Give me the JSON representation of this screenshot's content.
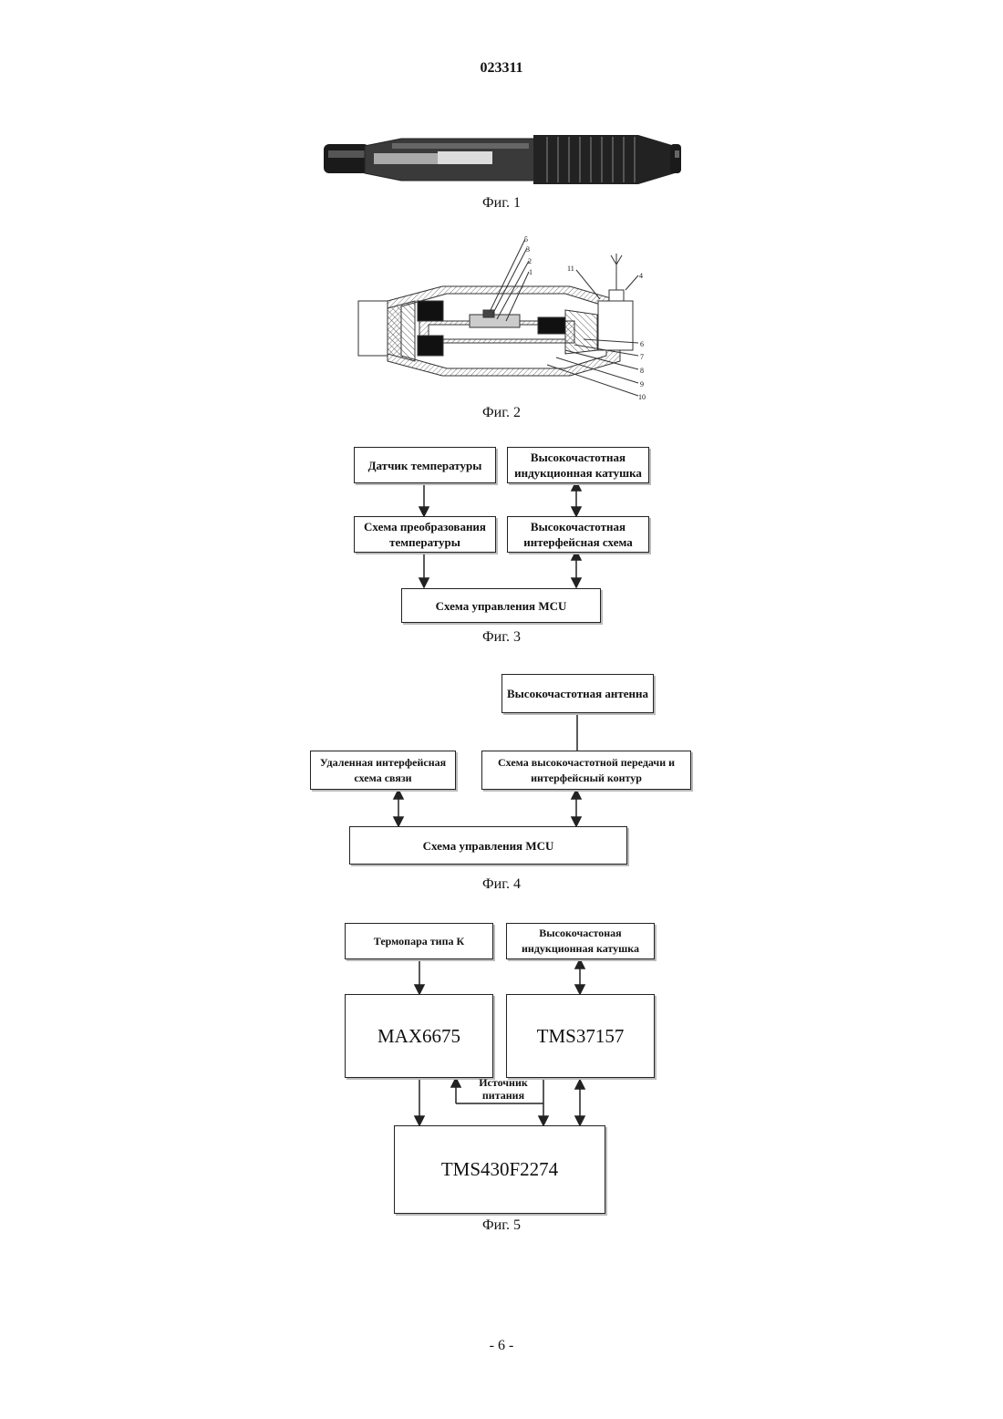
{
  "header": {
    "doc_number": "023311"
  },
  "fig1": {
    "caption": "Фиг. 1"
  },
  "fig2": {
    "caption": "Фиг. 2",
    "callouts": [
      "5",
      "3",
      "2",
      "1",
      "11",
      "4",
      "6",
      "7",
      "8",
      "9",
      "10"
    ]
  },
  "fig3": {
    "caption": "Фиг. 3",
    "temp_sensor": "Датчик температуры",
    "hf_coil": "Высокочастотная индукционная катушка",
    "temp_conversion": "Схема преобразования температуры",
    "hf_interface": "Высокочастотная интерфейсная схема",
    "mcu": "Схема управления MCU"
  },
  "fig4": {
    "caption": "Фиг. 4",
    "hf_antenna": "Высокочастотная антенна",
    "remote_interface": "Удаленная интерфейсная схема связи",
    "hf_transmission": "Схема высокочастотной передачи и интерфейсный контур",
    "mcu": "Схема управления MCU"
  },
  "fig5": {
    "caption": "Фиг. 5",
    "thermocouple": "Термопара типа К",
    "hf_coil": "Высокочастоная индукционная катушка",
    "max": "MAX6675",
    "tms_rf": "TMS37157",
    "power": "Источник питания",
    "mcu": "TMS430F2274"
  },
  "footer": {
    "page_number": "- 6 -"
  }
}
